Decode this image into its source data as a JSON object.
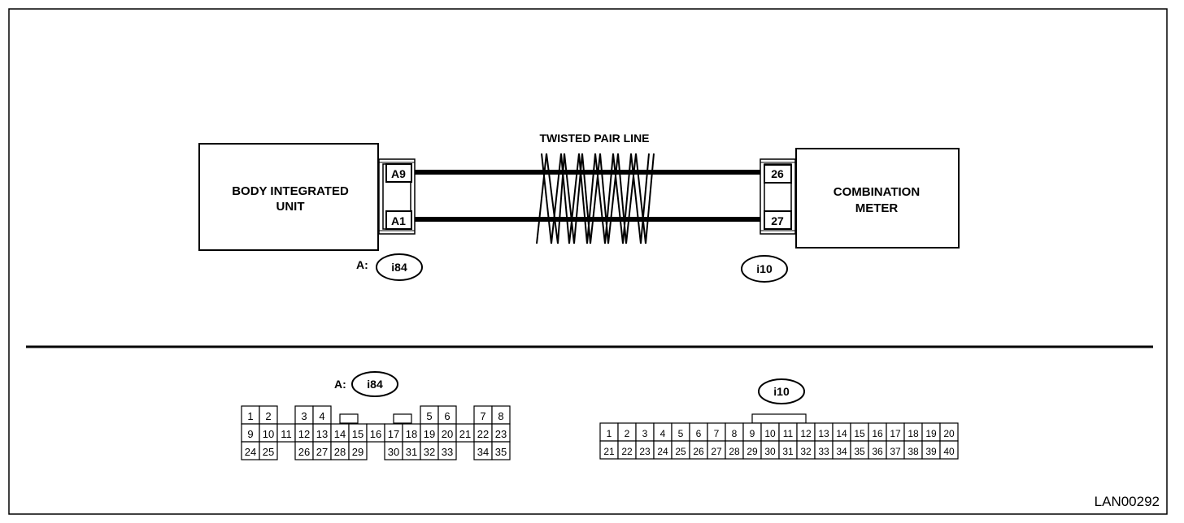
{
  "diagram": {
    "code": "LAN00292",
    "twisted_label": "TWISTED PAIR LINE",
    "left_unit": {
      "line1": "BODY INTEGRATED",
      "line2": "UNIT"
    },
    "right_unit": {
      "line1": "COMBINATION",
      "line2": "METER"
    },
    "left_pins": [
      "A9",
      "A1"
    ],
    "right_pins": [
      "26",
      "27"
    ],
    "left_connector": {
      "prefix": "A:",
      "id": "i84"
    },
    "right_connector": {
      "id": "i10"
    }
  },
  "connector_i84": {
    "prefix": "A:",
    "id": "i84",
    "row1": [
      "1",
      "2",
      "",
      "3",
      "4",
      "",
      "",
      "",
      "",
      "",
      "5",
      "6",
      "",
      "7",
      "8"
    ],
    "row2": [
      "9",
      "10",
      "11",
      "12",
      "13",
      "14",
      "15",
      "16",
      "17",
      "18",
      "19",
      "20",
      "21",
      "22",
      "23"
    ],
    "row3": [
      "24",
      "25",
      "",
      "26",
      "27",
      "28",
      "29",
      "",
      "30",
      "31",
      "32",
      "33",
      "",
      "34",
      "35"
    ]
  },
  "connector_i10": {
    "id": "i10",
    "row1": [
      "1",
      "2",
      "3",
      "4",
      "5",
      "6",
      "7",
      "8",
      "9",
      "10",
      "11",
      "12",
      "13",
      "14",
      "15",
      "16",
      "17",
      "18",
      "19",
      "20"
    ],
    "row2": [
      "21",
      "22",
      "23",
      "24",
      "25",
      "26",
      "27",
      "28",
      "29",
      "30",
      "31",
      "32",
      "33",
      "34",
      "35",
      "36",
      "37",
      "38",
      "39",
      "40"
    ]
  }
}
